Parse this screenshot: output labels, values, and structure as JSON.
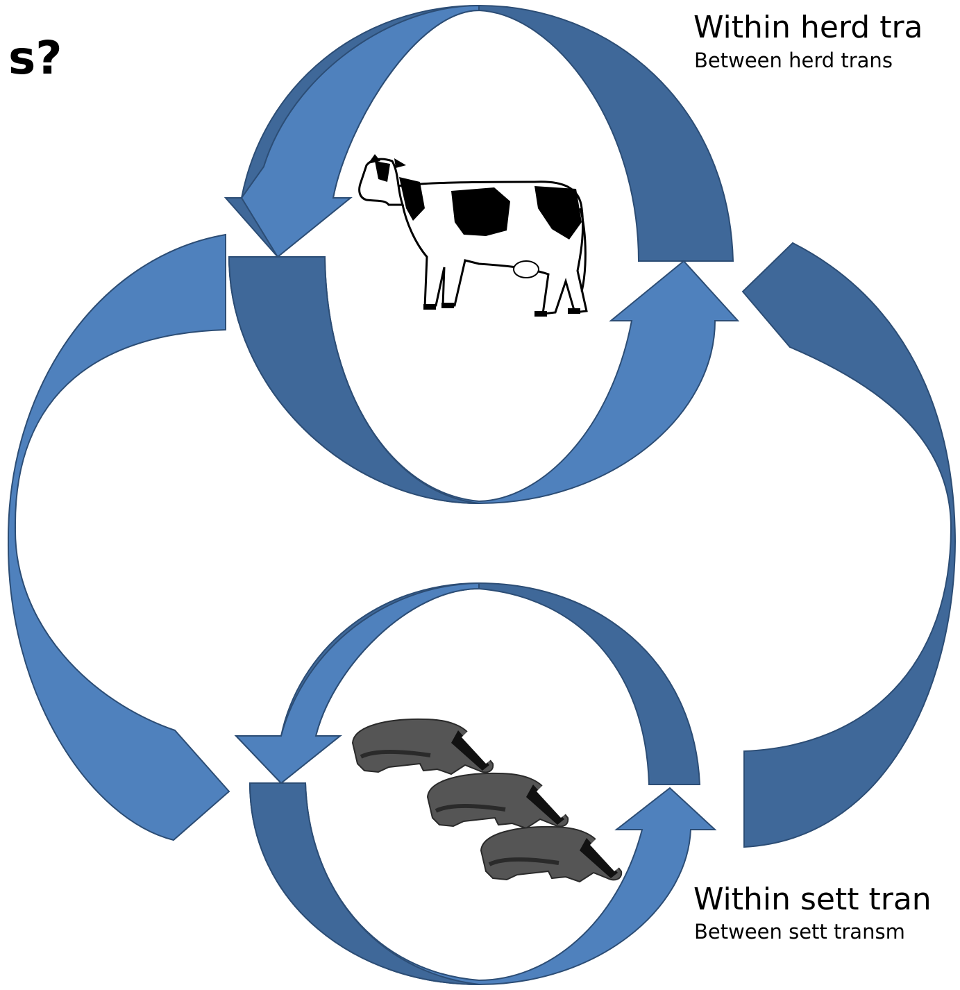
{
  "labels": {
    "title_fragment": "s?",
    "herd_within": "Within herd tra",
    "herd_between": "Between herd trans",
    "sett_within": "Within sett tran",
    "sett_between": "Between sett transm"
  },
  "colors": {
    "arrow_light": "#4f81bd",
    "arrow_dark": "#3f6899",
    "arrow_edge": "#2c4d75",
    "badger_body": "#555555",
    "badger_dark": "#2a2a2a",
    "badger_stripe": "#111111",
    "cow_spot": "#000000",
    "cow_body": "#ffffff"
  },
  "icons": {
    "top_cycle": "cow-icon",
    "bottom_cycle": "badger-icon"
  }
}
